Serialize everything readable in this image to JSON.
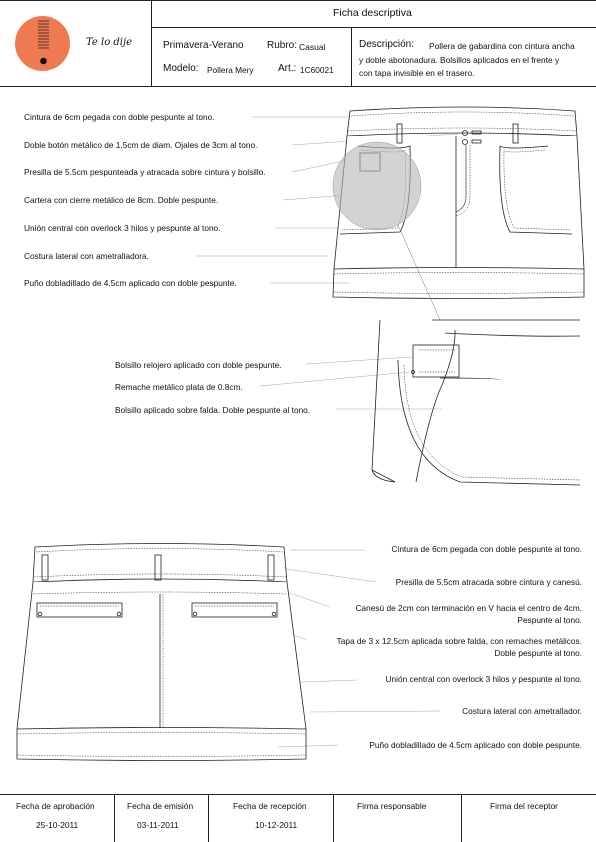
{
  "header": {
    "title": "Ficha descriptiva",
    "brand_logo": "Te lo dije",
    "season": "Primavera-Verano",
    "rubro_label": "Rubro:",
    "rubro_value": "Casual",
    "modelo_label": "Modelo:",
    "modelo_value": "Pollera Mery",
    "art_label": "Art.:",
    "art_value": "1C60021",
    "descripcion_label": "Descripción:",
    "descripcion_line1": "Pollera de gabardina con cintura ancha",
    "descripcion_line2": "y doble abotonadura. Bolsillos aplicados en el frente y",
    "descripcion_line3": "con tapa invisible en el trasero.",
    "logo_color": "#f07a4f"
  },
  "front_labels": [
    "Cintura de 6cm pegada con doble pespunte al tono.",
    "Doble botón metálico de 1.5cm de diam. Ojales de 3cm al tono.",
    "Presilla de 5.5cm pespunteada y atracada sobre cintura y bolsillo.",
    "Cartera con cierre metálico de 8cm. Doble pespunte.",
    "Unión central con overlock 3 hilos y pespunte al tono.",
    "Costura lateral con ametralladora.",
    "Puño dobladillado de 4.5cm aplicado con doble pespunte."
  ],
  "detail_labels": [
    "Bolsillo relojero aplicado con doble pespunte.",
    "Remache metálico plata de 0.8cm.",
    "Bolsillo aplicado sobre falda. Doble pespunte al tono."
  ],
  "back_labels": {
    "l1": "Cintura de 6cm pegada con doble pespunte al tono.",
    "l2": "Presilla de 5.5cm atracada sobre cintura y canesú.",
    "l3a": "Canesú de 2cm con terminación en V hacia el centro de 4cm.",
    "l3b": "Pespunte al tono.",
    "l4a": "Tapa de 3 x 12.5cm aplicada sobre falda, con remaches metálicos.",
    "l4b": "Doble pespunte al tono.",
    "l5": "Unión central con overlock 3 hilos y pespunte al tono.",
    "l6": "Costura lateral con ametrallador.",
    "l7": "Puño dobladillado de 4.5cm aplicado con doble pespunte."
  },
  "footer": {
    "aprobacion_label": "Fecha de aprobación",
    "aprobacion_value": "25-10-2011",
    "emision_label": "Fecha de emisión",
    "emision_value": "03-11-2011",
    "recepcion_label": "Fecha de recepción",
    "recepcion_value": "10-12-2011",
    "firma_resp_label": "Firma responsable",
    "firma_recep_label": "Firma del receptor"
  },
  "colors": {
    "leader_line": "#7cc47c",
    "magnifier": "#b5b5b5"
  }
}
